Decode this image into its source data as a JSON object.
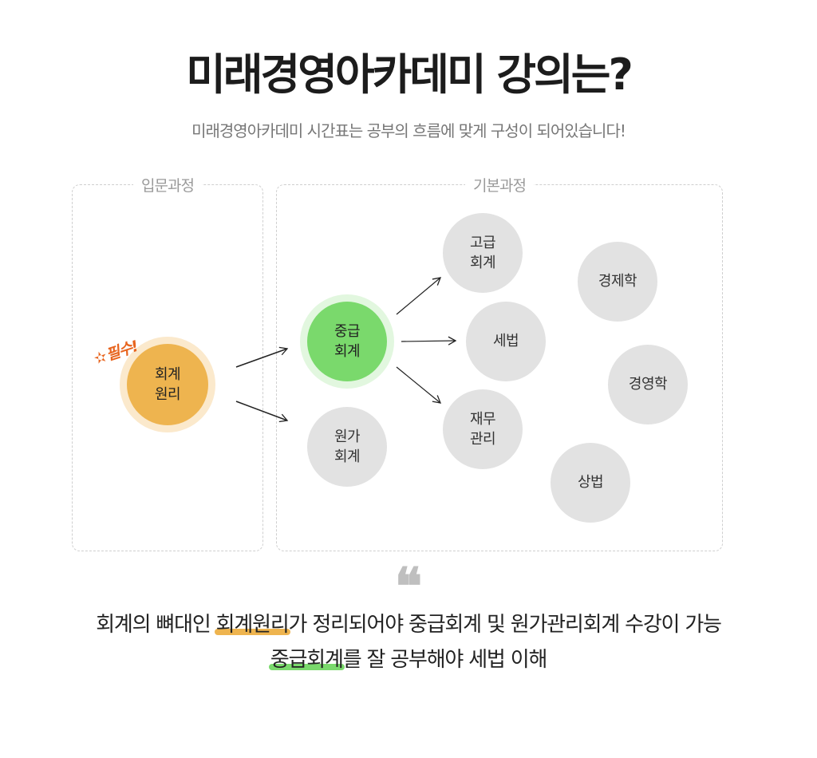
{
  "header": {
    "title": "미래경영아카데미 강의는?",
    "subtitle": "미래경영아카데미 시간표는 공부의 흐름에 맞게 구성이 되어있습니다!"
  },
  "groups": {
    "intro": {
      "label": "입문과정"
    },
    "basic": {
      "label": "기본과정"
    }
  },
  "badge": {
    "star": "✫",
    "text": "필수!"
  },
  "nodes": {
    "accounting_principles": {
      "line1": "회계",
      "line2": "원리"
    },
    "intermediate_accounting": {
      "line1": "중급",
      "line2": "회계"
    },
    "cost_accounting": {
      "line1": "원가",
      "line2": "회계"
    },
    "advanced_accounting": {
      "line1": "고급",
      "line2": "회계"
    },
    "tax_law": {
      "line1": "세법"
    },
    "financial_management": {
      "line1": "재무",
      "line2": "관리"
    },
    "economics": {
      "line1": "경제학"
    },
    "business_administration": {
      "line1": "경영학"
    },
    "commercial_law": {
      "line1": "상법"
    }
  },
  "quote": {
    "mark": "❝",
    "line1": {
      "pre": "회계의 뼈대인 ",
      "highlight": "회계원리",
      "post": "가 정리되어야 중급회계 및 원가관리회계 수강이 가능"
    },
    "line2": {
      "highlight": "중급회계",
      "post": "를 잘 공부해야 세법 이해"
    }
  },
  "colors": {
    "orange": "#eeb44f",
    "green": "#7ad96c",
    "gray": "#e2e2e2",
    "must_text": "#e8651f"
  }
}
